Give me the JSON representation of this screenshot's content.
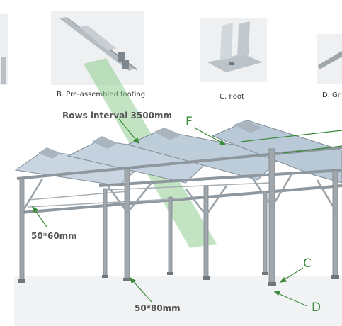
{
  "products": [
    {
      "caption": "",
      "icon": "rail-end-icon"
    },
    {
      "caption": "B. Pre-assembled footing",
      "icon": "pre-assembled-footing-icon"
    },
    {
      "caption": "C. Foot",
      "icon": "foot-bracket-icon"
    },
    {
      "caption": "D. Gr",
      "icon": "ground-screw-icon"
    }
  ],
  "labels": {
    "rows_interval": "Rows interval 3500mm",
    "post_small": "50*60mm",
    "post_large": "50*80mm",
    "letter_f": "F",
    "letter_c": "C",
    "letter_d": "D"
  },
  "colors": {
    "arrow": "#8fce8f",
    "steel": "#9aa3aa",
    "panel": "#c9d6e2",
    "label_green": "#3b8a3b"
  }
}
